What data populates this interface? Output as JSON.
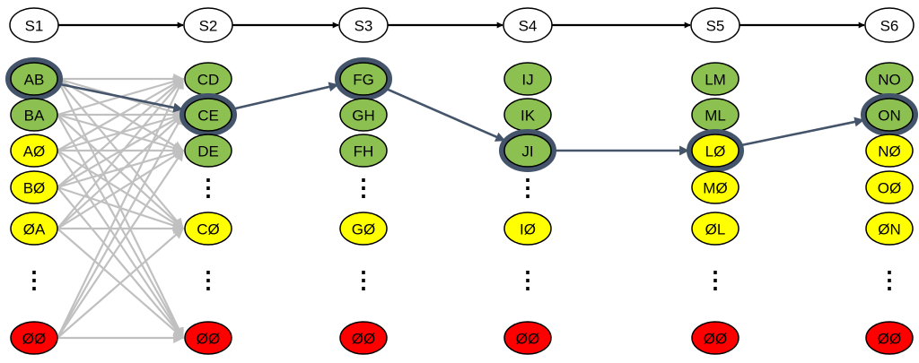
{
  "colors": {
    "state": "#ffffff",
    "pair": "#8cc152",
    "single": "#ffff00",
    "empty": "#ff0000",
    "outline": "#000000",
    "highlight": "#44546a",
    "arrow_gray": "#c0c0c0",
    "arrow_dark": "#44546a"
  },
  "dots": "⋮",
  "columns": [
    {
      "state": "S1",
      "nodes": [
        {
          "label": "AB",
          "kind": "pair",
          "highlight": true
        },
        {
          "label": "BA",
          "kind": "pair"
        },
        {
          "label": "AØ",
          "kind": "single"
        },
        {
          "label": "BØ",
          "kind": "single"
        },
        {
          "label": "ØA",
          "kind": "single"
        },
        {
          "label": "",
          "kind": "dots"
        },
        {
          "label": "ØØ",
          "kind": "empty"
        }
      ]
    },
    {
      "state": "S2",
      "nodes": [
        {
          "label": "CD",
          "kind": "pair"
        },
        {
          "label": "CE",
          "kind": "pair",
          "highlight": true
        },
        {
          "label": "DE",
          "kind": "pair"
        },
        {
          "label": "",
          "kind": "dots"
        },
        {
          "label": "CØ",
          "kind": "single"
        },
        {
          "label": "",
          "kind": "dots"
        },
        {
          "label": "ØØ",
          "kind": "empty"
        }
      ]
    },
    {
      "state": "S3",
      "nodes": [
        {
          "label": "FG",
          "kind": "pair",
          "highlight": true
        },
        {
          "label": "GH",
          "kind": "pair"
        },
        {
          "label": "FH",
          "kind": "pair"
        },
        {
          "label": "",
          "kind": "dots"
        },
        {
          "label": "GØ",
          "kind": "single"
        },
        {
          "label": "",
          "kind": "dots"
        },
        {
          "label": "ØØ",
          "kind": "empty"
        }
      ]
    },
    {
      "state": "S4",
      "nodes": [
        {
          "label": "IJ",
          "kind": "pair"
        },
        {
          "label": "IK",
          "kind": "pair"
        },
        {
          "label": "JI",
          "kind": "pair",
          "highlight": true
        },
        {
          "label": "",
          "kind": "dots"
        },
        {
          "label": "IØ",
          "kind": "single"
        },
        {
          "label": "",
          "kind": "dots"
        },
        {
          "label": "ØØ",
          "kind": "empty"
        }
      ]
    },
    {
      "state": "S5",
      "nodes": [
        {
          "label": "LM",
          "kind": "pair"
        },
        {
          "label": "ML",
          "kind": "pair"
        },
        {
          "label": "LØ",
          "kind": "single",
          "highlight": true
        },
        {
          "label": "MØ",
          "kind": "single"
        },
        {
          "label": "ØL",
          "kind": "single"
        },
        {
          "label": "",
          "kind": "dots"
        },
        {
          "label": "ØØ",
          "kind": "empty"
        }
      ]
    },
    {
      "state": "S6",
      "nodes": [
        {
          "label": "NO",
          "kind": "pair"
        },
        {
          "label": "ON",
          "kind": "pair",
          "highlight": true
        },
        {
          "label": "NØ",
          "kind": "single"
        },
        {
          "label": "OØ",
          "kind": "single"
        },
        {
          "label": "ØN",
          "kind": "single"
        },
        {
          "label": "",
          "kind": "dots"
        },
        {
          "label": "ØØ",
          "kind": "empty"
        }
      ]
    }
  ],
  "dense_edges": {
    "from_column": 0,
    "from_rows": [
      0,
      1,
      2,
      3,
      4,
      6
    ],
    "to_column": 1,
    "to_rows": [
      0,
      1,
      2,
      4,
      6
    ]
  },
  "path": [
    {
      "column": 0,
      "row": 0
    },
    {
      "column": 1,
      "row": 1
    },
    {
      "column": 2,
      "row": 0
    },
    {
      "column": 3,
      "row": 2
    },
    {
      "column": 4,
      "row": 2
    },
    {
      "column": 5,
      "row": 1
    }
  ]
}
